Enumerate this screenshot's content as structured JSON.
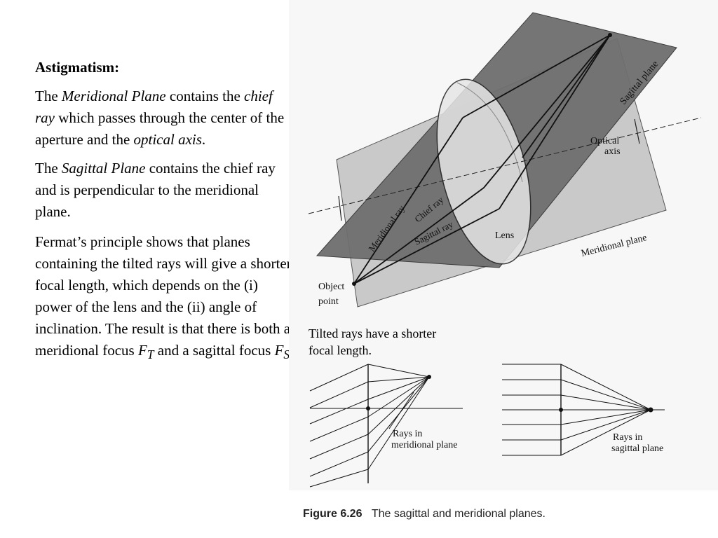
{
  "slide": {
    "heading": "Astigmatism:",
    "para1": {
      "t1": "The ",
      "meridional_plane": "Meridional Plane",
      "t2": " contains the ",
      "chief_ray": "chief ray",
      "t3": " which passes through the center of the aperture and the ",
      "optical_axis": "optical axis",
      "t4": "."
    },
    "para2": {
      "t1": "The ",
      "sagittal_plane": "Sagittal Plane",
      "t2": " contains the chief ray and is perpendicular to the meridional plane."
    },
    "para3": {
      "t1": "Fermat’s principle shows that planes containing the tilted rays will give a shorter focal length, which depends on the (i) power of the lens and the (ii) angle of inclination. The result is that there is both a meridional focus ",
      "ft_var": "F",
      "ft_sub": "T",
      "t2": " and a sagittal focus ",
      "fs_var": "F",
      "fs_sub": "S",
      "t3": "."
    },
    "tilted_caption": "Tilted rays have a shorter focal length."
  },
  "figure": {
    "caption_number": "Figure 6.26",
    "caption_text": "The sagittal and meridional planes.",
    "labels": {
      "sagittal_plane": "Sagittal plane",
      "optical": "Optical",
      "axis": "axis",
      "meridional_ray": "Meridional ray",
      "chief_ray": "Chief ray",
      "sagittal_ray": "Sagittal ray",
      "lens": "Lens",
      "meridional_plane": "Meridional plane",
      "object": "Object",
      "point": "point",
      "rays_in_1": "Rays in",
      "meridional_plane_small": "meridional plane",
      "rays_in_2": "Rays in",
      "sagittal_plane_small": "sagittal plane"
    }
  }
}
